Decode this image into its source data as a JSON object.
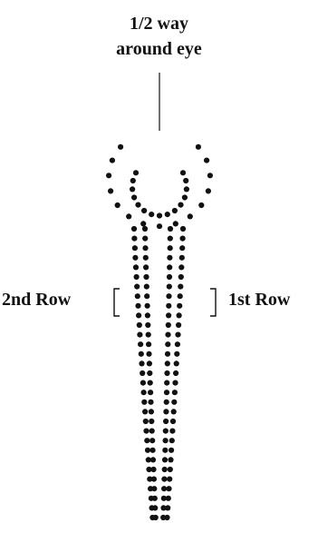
{
  "diagram": {
    "top_label_line1": "1/2 way",
    "top_label_line2": "around eye",
    "left_label": "2nd Row",
    "right_label": "1st Row"
  },
  "colors": {
    "ink": "#111111",
    "background": "#ffffff"
  }
}
